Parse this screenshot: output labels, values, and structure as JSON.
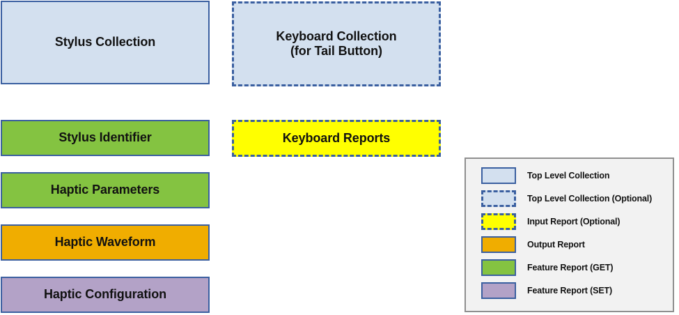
{
  "colors": {
    "border_blue": "#3a5fa0",
    "fill_blue": "#d3e0ef",
    "fill_green": "#84c341",
    "fill_orange": "#f0ad00",
    "fill_purple": "#b3a2c7",
    "fill_yellow": "#ffff00",
    "legend_background": "#f2f2f2",
    "legend_border": "#8f8f8f",
    "text": "#111111",
    "page_background": "#ffffff"
  },
  "diagram": {
    "left_column": [
      {
        "label": "Stylus Collection",
        "style": "solid",
        "fill": "fill_blue"
      },
      {
        "label": "Stylus Identifier",
        "style": "solid",
        "fill": "fill_green"
      },
      {
        "label": "Haptic Parameters",
        "style": "solid",
        "fill": "fill_green"
      },
      {
        "label": "Haptic Waveform",
        "style": "solid",
        "fill": "fill_orange"
      },
      {
        "label": "Haptic Configuration",
        "style": "solid",
        "fill": "fill_purple"
      }
    ],
    "middle_column": [
      {
        "label": "Keyboard Collection\n(for Tail Button)",
        "line1": "Keyboard Collection",
        "line2": "(for Tail Button)",
        "style": "dashed",
        "fill": "fill_blue"
      },
      {
        "label": "Keyboard Reports",
        "style": "dashed",
        "fill": "fill_yellow"
      }
    ]
  },
  "legend": {
    "items": [
      {
        "label": "Top Level Collection",
        "style": "solid",
        "fill": "fill_blue"
      },
      {
        "label": "Top Level Collection (Optional)",
        "style": "dashed",
        "fill": "fill_blue"
      },
      {
        "label": "Input Report (Optional)",
        "style": "dashed",
        "fill": "fill_yellow"
      },
      {
        "label": "Output Report",
        "style": "solid",
        "fill": "fill_orange"
      },
      {
        "label": "Feature Report (GET)",
        "style": "solid",
        "fill": "fill_green"
      },
      {
        "label": "Feature Report (SET)",
        "style": "solid",
        "fill": "fill_purple"
      }
    ]
  }
}
